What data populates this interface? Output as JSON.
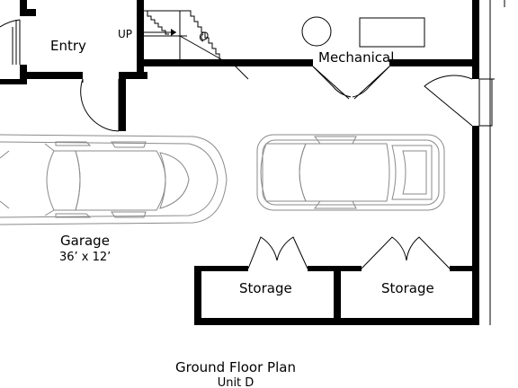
{
  "plan": {
    "title": "Ground Floor Plan",
    "subtitle": "Unit D"
  },
  "rooms": {
    "entry": "Entry",
    "mechanical": "Mechanical",
    "garage": "Garage",
    "garage_size": "36’ x 12’",
    "storage_left": "Storage",
    "storage_right": "Storage"
  },
  "stairs": {
    "up_label": "UP"
  }
}
